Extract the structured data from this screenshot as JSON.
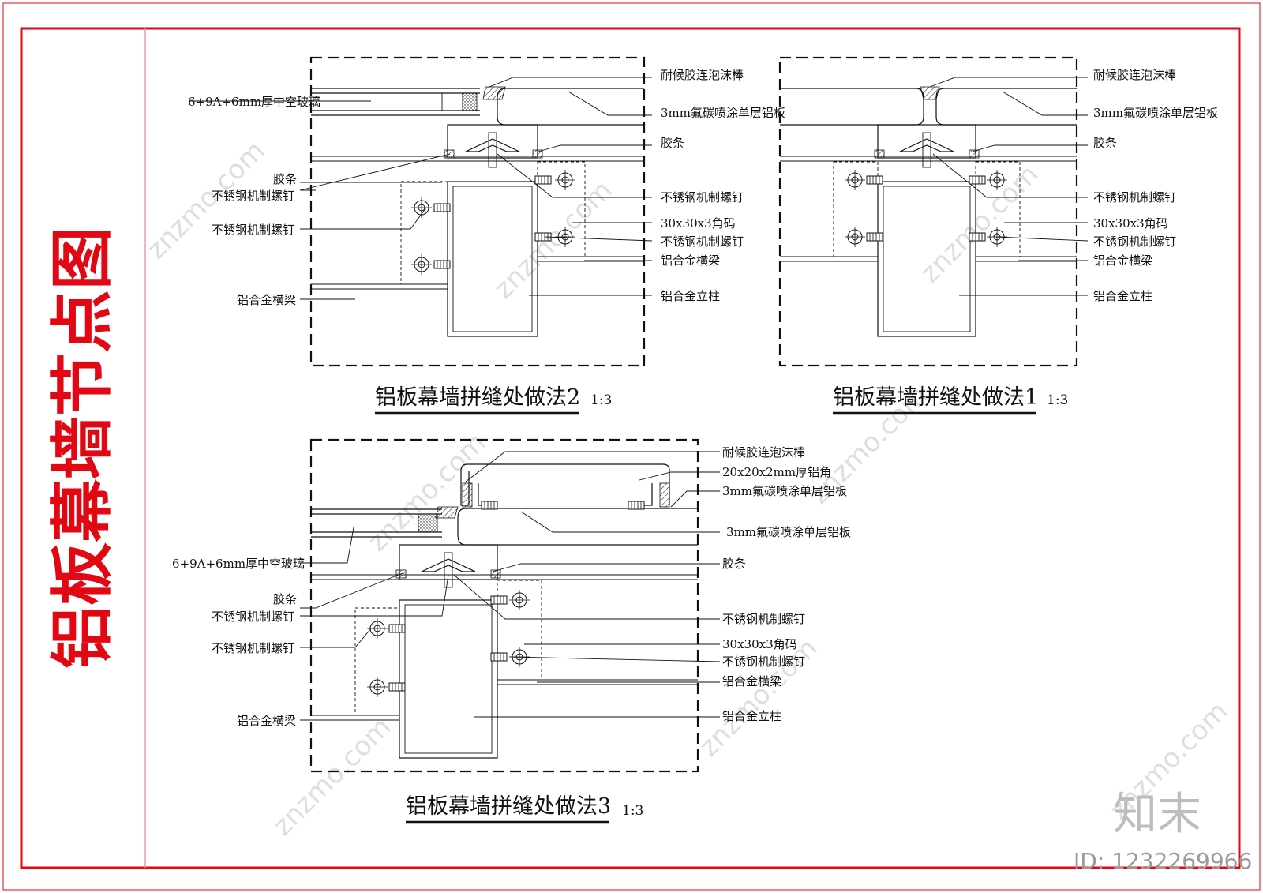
{
  "sheet_title": "铝板幕墙节点图",
  "watermark": {
    "site": "znzmo.com",
    "brand": "知末",
    "id": "ID: 1232269966"
  },
  "details": [
    {
      "caption": "铝板幕墙拼缝处做法2",
      "scale": "1:3",
      "labels": {
        "glass": "6+9A+6mm厚中空玻璃",
        "sealant": "耐候胶连泡沫棒",
        "panel": "3mm氟碳喷涂单层铝板",
        "gasket_r": "胶条",
        "gasket_l": "胶条",
        "screw_l1": "不锈钢机制螺钉",
        "screw_l2": "不锈钢机制螺钉",
        "transom_l": "铝合金横梁",
        "screw_r1": "不锈钢机制螺钉",
        "angle": "30x30x3角码",
        "screw_r2": "不锈钢机制螺钉",
        "transom_r": "铝合金横梁",
        "mullion": "铝合金立柱"
      }
    },
    {
      "caption": "铝板幕墙拼缝处做法1",
      "scale": "1:3",
      "labels": {
        "sealant": "耐候胶连泡沫棒",
        "panel": "3mm氟碳喷涂单层铝板",
        "gasket": "胶条",
        "screw_r1": "不锈钢机制螺钉",
        "angle": "30x30x3角码",
        "screw_r2": "不锈钢机制螺钉",
        "transom": "铝合金横梁",
        "mullion": "铝合金立柱"
      }
    },
    {
      "caption": "铝板幕墙拼缝处做法3",
      "scale": "1:3",
      "labels": {
        "sealant": "耐候胶连泡沫棒",
        "angle_al": "20x20x2mm厚铝角",
        "panel_a": "3mm氟碳喷涂单层铝板",
        "panel_b": "3mm氟碳喷涂单层铝板",
        "glass": "6+9A+6mm厚中空玻璃",
        "gasket_r": "胶条",
        "gasket_l": "胶条",
        "screw_l1": "不锈钢机制螺钉",
        "screw_l2": "不锈钢机制螺钉",
        "transom_l": "铝合金横梁",
        "screw_r1": "不锈钢机制螺钉",
        "angle": "30x30x3角码",
        "screw_r2": "不锈钢机制螺钉",
        "transom_r": "铝合金横梁",
        "mullion": "铝合金立柱"
      }
    }
  ]
}
